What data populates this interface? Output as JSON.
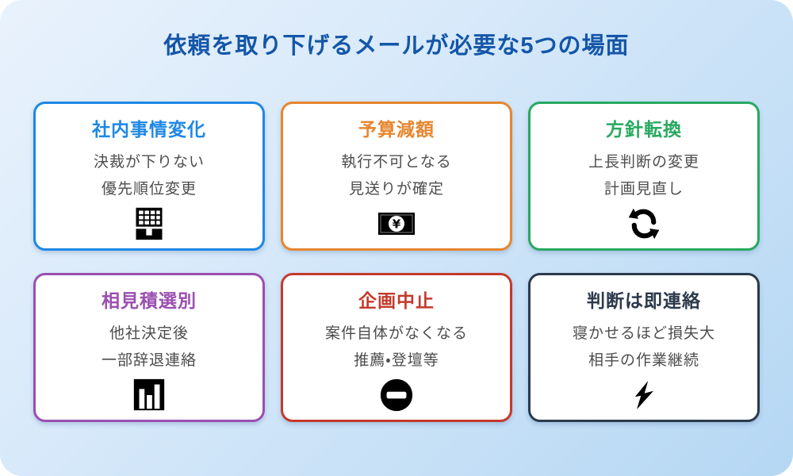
{
  "page": {
    "title": "依頼を取り下げるメールが必要な5つの場面",
    "title_color": "#1456a8",
    "background_top_color": "#e9f2fc",
    "background_bottom_color": "#b5d7f3",
    "body_text_color": "#4d4d4d",
    "icon_color": "#000000"
  },
  "cards": [
    {
      "title": "社内事情変化",
      "lines": [
        "決裁が下りない",
        "優先順位変更"
      ],
      "accent": "#1e88e5",
      "icon": "building-icon"
    },
    {
      "title": "予算減額",
      "lines": [
        "執行不可となる",
        "見送りが確定"
      ],
      "accent": "#e6862f",
      "icon": "banknote-icon",
      "icon_symbol": "¥"
    },
    {
      "title": "方針転換",
      "lines": [
        "上長判断の変更",
        "計画見直し"
      ],
      "accent": "#27a960",
      "icon": "refresh-icon"
    },
    {
      "title": "相見積選別",
      "lines": [
        "他社決定後",
        "一部辞退連絡"
      ],
      "accent": "#9b4fb0",
      "icon": "bar-chart-icon"
    },
    {
      "title": "企画中止",
      "lines": [
        "案件自体がなくなる",
        "推薦・登壇等"
      ],
      "accent": "#c43a2b",
      "icon": "no-entry-icon"
    },
    {
      "title": "判断は即連絡",
      "lines": [
        "寝かせるほど損失大",
        "相手の作業継続"
      ],
      "accent": "#2c3a4c",
      "icon": "lightning-icon"
    }
  ]
}
